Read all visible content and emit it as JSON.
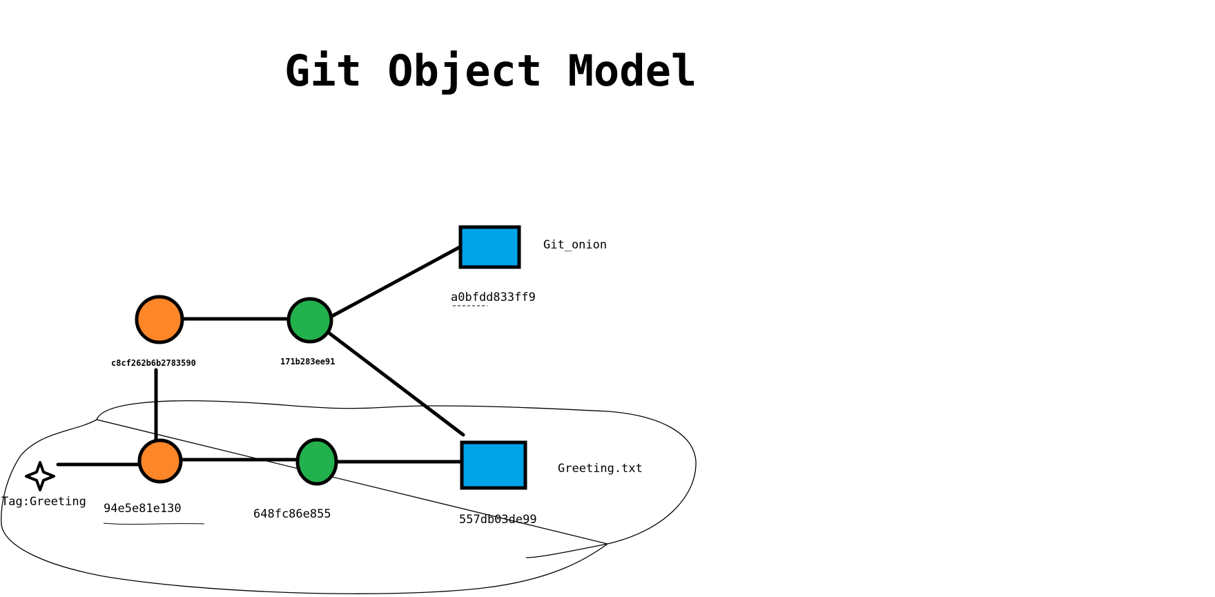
{
  "title": "Git Object Model",
  "nodes": {
    "commit_old": {
      "hash": "c8cf262b6b2783590",
      "color": "#fd8629"
    },
    "tree_old": {
      "hash": "171b283ee91",
      "color": "#22b14c"
    },
    "blob_onion": {
      "hash": "a0bfdd833ff9",
      "name": "Git_onion",
      "color": "#00a2e8"
    },
    "commit_new": {
      "hash": "94e5e81e130",
      "color": "#fd8629"
    },
    "tree_new": {
      "hash": "648fc86e855",
      "color": "#22b14c"
    },
    "blob_greet": {
      "hash": "557db03de99",
      "name": "Greeting.txt",
      "color": "#00a2e8"
    },
    "tag": {
      "name": "Tag:Greeting"
    }
  },
  "stroke_color": "#000000"
}
